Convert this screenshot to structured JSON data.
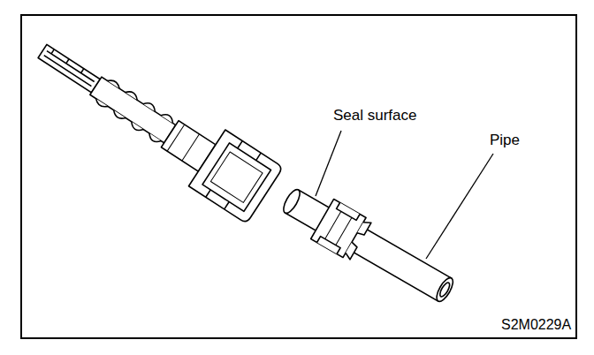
{
  "diagram": {
    "labels": [
      "Seal surface",
      "Pipe",
      "S2M0229A"
    ]
  }
}
